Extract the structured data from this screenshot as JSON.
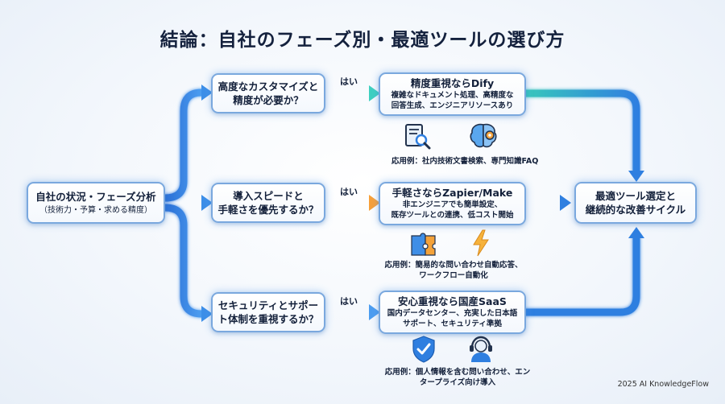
{
  "title": "結論：自社のフェーズ別・最適ツールの選び方",
  "start": {
    "line1": "自社の状況・フェーズ分析",
    "line2": "（技術力・予算・求める精度）"
  },
  "questions": [
    {
      "line1": "高度なカスタマイズと",
      "line2": "精度が必要か？"
    },
    {
      "line1": "導入スピードと",
      "line2": "手軽さを優先するか？"
    },
    {
      "line1": "セキュリティとサポー",
      "line2": "ト体制を重視するか？"
    }
  ],
  "yes_label": "はい",
  "answers": [
    {
      "head": "精度重視ならDify",
      "desc1": "複雑なドキュメント処理、高精度な",
      "desc2": "回答生成、エンジニアリソースあり"
    },
    {
      "head": "手軽さならZapier/Make",
      "desc1": "非エンジニアでも簡単設定、",
      "desc2": "既存ツールとの連携、低コスト開始"
    },
    {
      "head": "安心重視なら国産SaaS",
      "desc1": "国内データセンター、充実した日本語",
      "desc2": "サポート、セキュリティ準拠"
    }
  ],
  "examples": [
    {
      "line1": "応用例：社内技術文書検索、専門知識FAQ",
      "line2": ""
    },
    {
      "line1": "応用例：簡易的な問い合わせ自動応答、",
      "line2": "ワークフロー自動化"
    },
    {
      "line1": "応用例：個人情報を含む問い合わせ、エン",
      "line2": "タープライズ向け導入"
    }
  ],
  "result": {
    "line1": "最適ツール選定と",
    "line2": "継続的な改善サイクル"
  },
  "footer": "2025 AI KnowledgeFlow",
  "colors": {
    "arrow_blue": "#2f7fe0",
    "arrow_teal": "#2fc4b9",
    "arrow_orange": "#f59a33",
    "box_border": "#7aa8de"
  },
  "icons": [
    "document-search-icon",
    "brain-gear-icon",
    "puzzle-icon",
    "lightning-icon",
    "shield-check-icon",
    "headset-support-icon"
  ]
}
